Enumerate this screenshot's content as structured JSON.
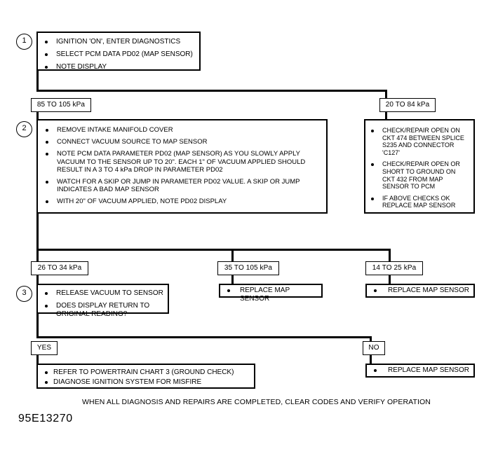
{
  "document": {
    "code": "95E13270",
    "footer_note": "WHEN ALL DIAGNOSIS AND REPAIRS ARE COMPLETED, CLEAR CODES AND VERIFY OPERATION"
  },
  "steps": {
    "one": {
      "number": "1",
      "items": [
        "IGNITION 'ON', ENTER DIAGNOSTICS",
        "SELECT PCM DATA PD02 (MAP SENSOR)",
        "NOTE DISPLAY"
      ]
    },
    "two": {
      "number": "2",
      "items": [
        "REMOVE INTAKE MANIFOLD COVER",
        "CONNECT VACUUM SOURCE TO MAP SENSOR",
        "NOTE PCM DATA PARAMETER PD02 (MAP SENSOR) AS YOU SLOWLY APPLY VACUUM TO THE SENSOR UP TO 20\". EACH 1\" OF VACUUM APPLIED SHOULD RESULT IN A 3 TO 4 kPa DROP IN PARAMETER PD02",
        "WATCH FOR A SKIP OR JUMP IN PARAMETER PD02 VALUE.  A SKIP OR JUMP INDICATES A BAD MAP SENSOR",
        "WITH 20\" OF VACUUM APPLIED, NOTE PD02 DISPLAY"
      ]
    },
    "three": {
      "number": "3",
      "items": [
        "RELEASE VACUUM TO SENSOR",
        "DOES DISPLAY RETURN TO ORIGINAL READING?"
      ]
    }
  },
  "branches": {
    "range_85_105": "85 TO 105 kPa",
    "range_20_84": "20 TO 84 kPa",
    "range_26_34": "26 TO 34 kPa",
    "range_35_105": "35 TO 105 kPa",
    "range_14_25": "14 TO 25 kPa",
    "answer_yes": "YES",
    "answer_no": "NO"
  },
  "actions": {
    "circuit_check": {
      "items": [
        "CHECK/REPAIR OPEN ON CKT 474 BETWEEN SPLICE S235 AND CONNECTOR 'C127'",
        "CHECK/REPAIR OPEN OR SHORT TO GROUND ON CKT 432 FROM MAP SENSOR TO PCM",
        "IF ABOVE CHECKS OK REPLACE MAP SENSOR"
      ]
    },
    "replace_map_sensor_mid": {
      "items": [
        "REPLACE MAP SENSOR"
      ]
    },
    "replace_map_sensor_right": {
      "items": [
        "REPLACE MAP SENSOR"
      ]
    },
    "replace_map_sensor_no": {
      "items": [
        "REPLACE MAP SENSOR"
      ]
    },
    "powertrain_chart": {
      "items": [
        "REFER TO POWERTRAIN CHART 3 (GROUND CHECK)",
        "DIAGNOSE IGNITION SYSTEM FOR MISFIRE"
      ]
    }
  },
  "colors": {
    "ink": "#000000",
    "paper": "#ffffff"
  }
}
